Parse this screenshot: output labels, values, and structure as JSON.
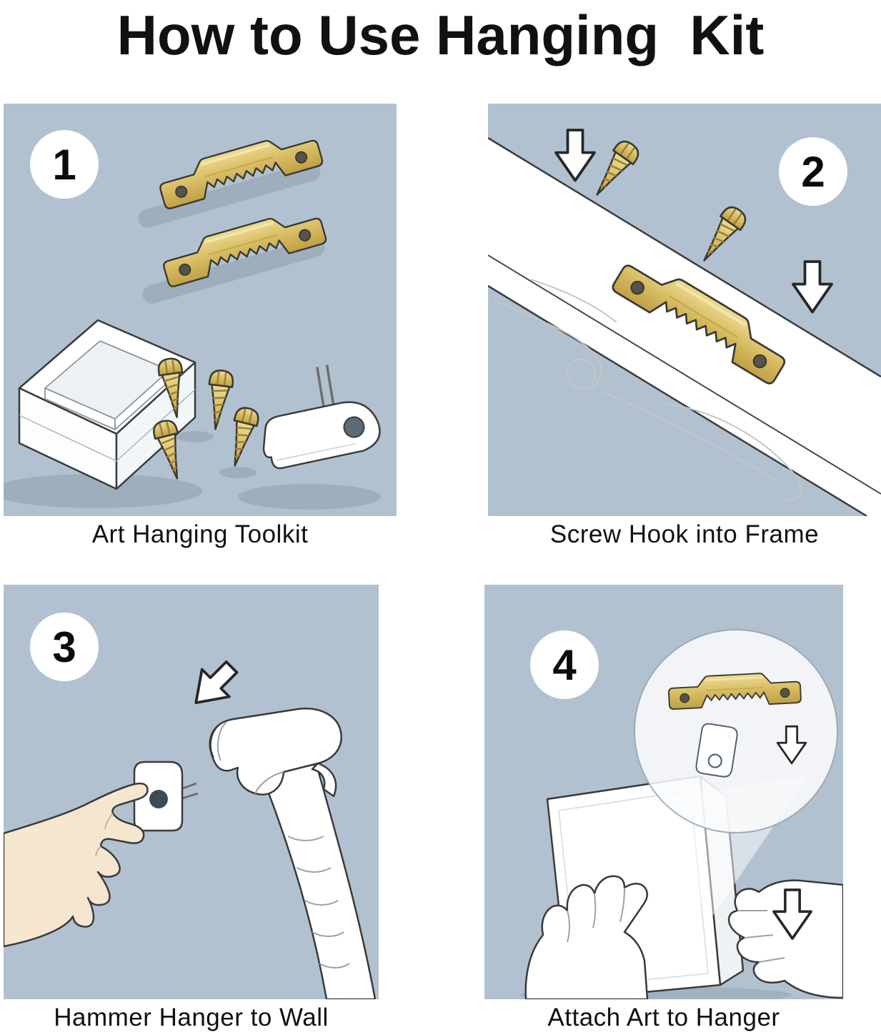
{
  "title": "How to Use Hanging  Kit",
  "steps": [
    {
      "number": "1",
      "caption": "Art Hanging Toolkit",
      "illustrations": [
        "toolkit-tray",
        "sawtooth-hangers",
        "screws",
        "nail-in-hook"
      ]
    },
    {
      "number": "2",
      "caption": "Screw Hook into Frame",
      "illustrations": [
        "frame-board",
        "sawtooth-hanger",
        "screws",
        "down-arrows"
      ]
    },
    {
      "number": "3",
      "caption": "Hammer Hanger to Wall",
      "illustrations": [
        "hand-holding-hanger",
        "hammer",
        "down-left-arrow"
      ]
    },
    {
      "number": "4",
      "caption": "Attach Art to Hanger",
      "illustrations": [
        "hands-holding-canvas",
        "magnifier-detail",
        "down-arrows"
      ]
    }
  ],
  "colors": {
    "page_bg": "#ffffff",
    "panel_bg": "#b2c1d0",
    "brass": "#d8bd64",
    "brass_dark": "#bfa045",
    "outline": "#3b3b3b",
    "skin": "#f4e6cf",
    "text": "#111111"
  }
}
